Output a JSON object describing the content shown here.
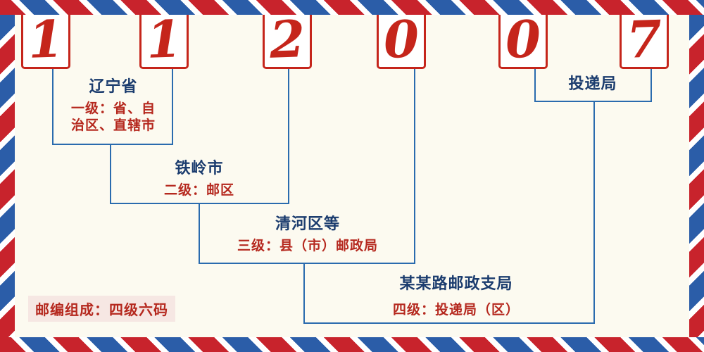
{
  "colors": {
    "digit_red": "#C5251B",
    "line_blue": "#2A6BAE",
    "label_navy": "#1B3C6E",
    "label_red": "#B5281E",
    "border_red": "#C8232C",
    "border_blue": "#2B5DA8",
    "bg_cream": "#FCFAF0",
    "footer_bg": "#F6E7E3"
  },
  "postal_code": {
    "digits": [
      "1",
      "1",
      "2",
      "0",
      "0",
      "7"
    ]
  },
  "levels": [
    {
      "title": "辽宁省",
      "desc_line1": "一级：省、自",
      "desc_line2": "治区、直辖市"
    },
    {
      "title": "铁岭市",
      "desc_line1": "二级：邮区"
    },
    {
      "title": "清河区等",
      "desc_line1": "三级：县（市）邮政局"
    },
    {
      "title": "某某路邮政支局",
      "desc_line1": "四级：投递局（区）"
    }
  ],
  "delivery_label": "投递局",
  "footer_note": "邮编组成：四级六码"
}
